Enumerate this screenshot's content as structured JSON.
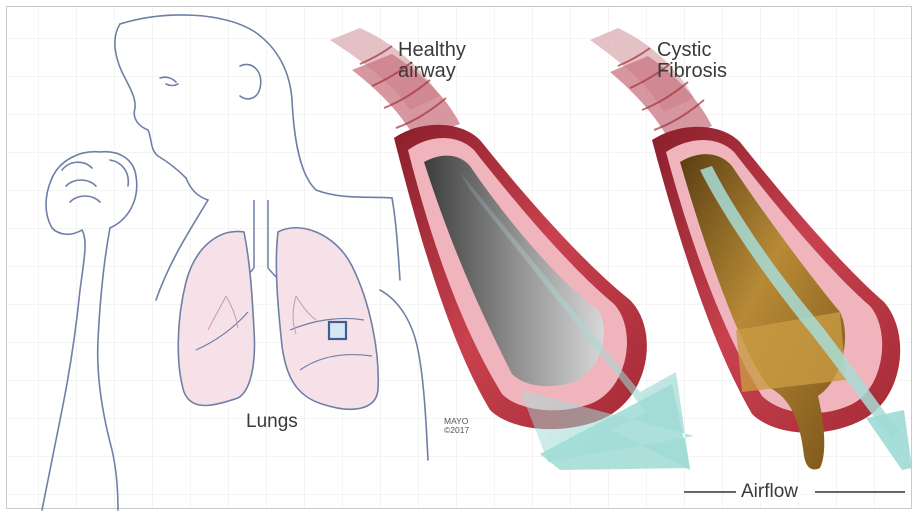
{
  "labels": {
    "healthy": [
      "Healthy",
      "airway"
    ],
    "cystic": [
      "Cystic",
      "Fibrosis"
    ],
    "lungs": "Lungs",
    "airflow": "Airflow",
    "credit": [
      "MAYO",
      "©2017"
    ]
  },
  "colors": {
    "grid": "#e8e8e8",
    "outline": "#6f7fa6",
    "lung_fill": "#f6dde6",
    "airway_outer": "#b8323f",
    "airway_inner": "#e9a0a8",
    "mucus": "#a5782a",
    "airflow_arrow": "#9ed8d4"
  },
  "icons": [
    "magnification-box-icon",
    "airflow-arrow-icon"
  ]
}
